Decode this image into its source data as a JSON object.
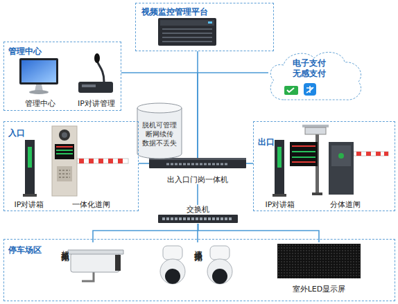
{
  "diagram": {
    "nodes": [
      {
        "text": [
          "视频监控管理平台"
        ]
      },
      {
        "text": [
          "管理中心"
        ]
      },
      {
        "text": [
          "管理中心"
        ],
        "in": 1
      },
      {
        "text": [
          "IP对讲管理"
        ],
        "in": 1
      },
      {
        "text": [
          "电子支付 无感支付"
        ]
      },
      {
        "text": [
          "脱机可管理 断网续传 数据不丢失"
        ]
      },
      {
        "text": [
          "入口"
        ]
      },
      {
        "text": [
          "IP对讲箱"
        ],
        "in": 6
      },
      {
        "text": [
          "一体化道闸"
        ],
        "in": 6
      },
      {
        "text": [
          "出入口门岗一体机"
        ]
      },
      {
        "text": [
          "出口"
        ]
      },
      {
        "text": [
          "IP对讲箱"
        ],
        "in": 10
      },
      {
        "text": [
          "分体道闸"
        ],
        "in": 10
      },
      {
        "text": [
          "交换机"
        ]
      },
      {
        "text": [
          "停车场区"
        ]
      },
      {
        "text": [
          "超速抓拍单元"
        ],
        "in": 14
      },
      {
        "text": [
          "违停抓拍单元"
        ],
        "in": 14
      },
      {
        "text": [
          "室外LED显示屏"
        ],
        "in": 14
      }
    ],
    "edges": [
      {
        "from": 0,
        "to": 9,
        "arrow": "none"
      },
      {
        "from": 1,
        "to": 9,
        "arrow": "none"
      },
      {
        "from": 4,
        "to": 9,
        "arrow": "none"
      },
      {
        "from": 6,
        "to": 9,
        "arrow": "none"
      },
      {
        "from": 9,
        "to": 10,
        "arrow": "none"
      },
      {
        "from": 9,
        "to": 13,
        "arrow": "none"
      },
      {
        "from": 13,
        "to": 15,
        "arrow": "none"
      },
      {
        "from": 13,
        "to": 16,
        "arrow": "none"
      },
      {
        "from": 13,
        "to": 17,
        "arrow": "none"
      }
    ]
  }
}
